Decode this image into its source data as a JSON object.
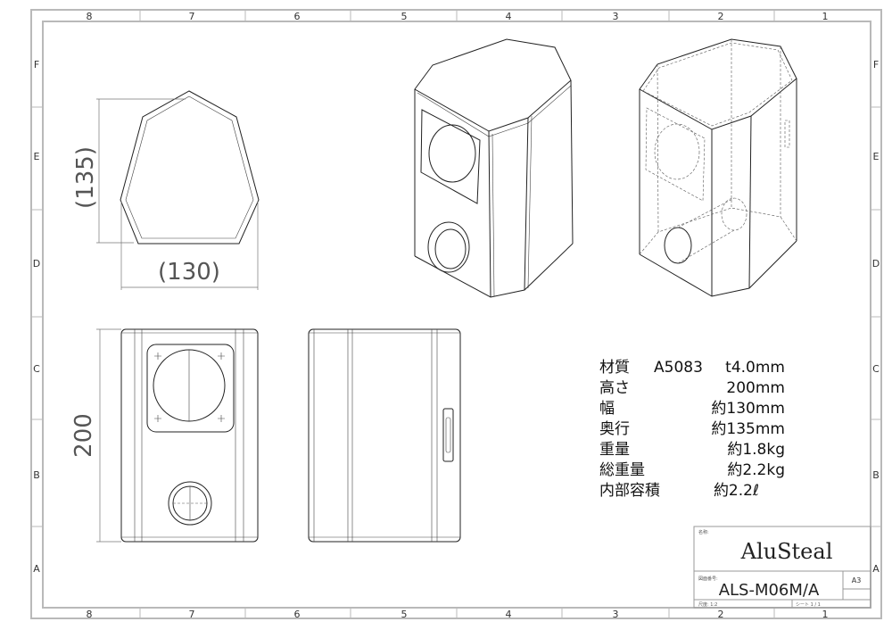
{
  "sheet": {
    "column_labels": [
      "8",
      "7",
      "6",
      "5",
      "4",
      "3",
      "2",
      "1"
    ],
    "row_labels": [
      "F",
      "E",
      "D",
      "C",
      "B",
      "A"
    ]
  },
  "top_view": {
    "depth_dim": "(135)",
    "width_dim": "(130)"
  },
  "front_view": {
    "height_dim": "200"
  },
  "specs": [
    {
      "label": "材質",
      "material": "A5083",
      "value": "t4.0mm"
    },
    {
      "label": "高さ",
      "value": "200mm"
    },
    {
      "label": "幅",
      "value": "約130mm"
    },
    {
      "label": "奥行",
      "value": "約135mm"
    },
    {
      "label": "重量",
      "value": "約1.8kg"
    },
    {
      "label": "総重量",
      "value": "約2.2kg"
    },
    {
      "label": "内部容積",
      "value": "約2.2ℓ"
    }
  ],
  "title_block": {
    "name_label": "名称:",
    "name": "AluSteal",
    "drawing_no_label": "図面番号:",
    "drawing_no": "ALS-M06M/A",
    "size": "A3",
    "scale": "尺度: 1:2",
    "sheet": "シート 1 / 1"
  }
}
